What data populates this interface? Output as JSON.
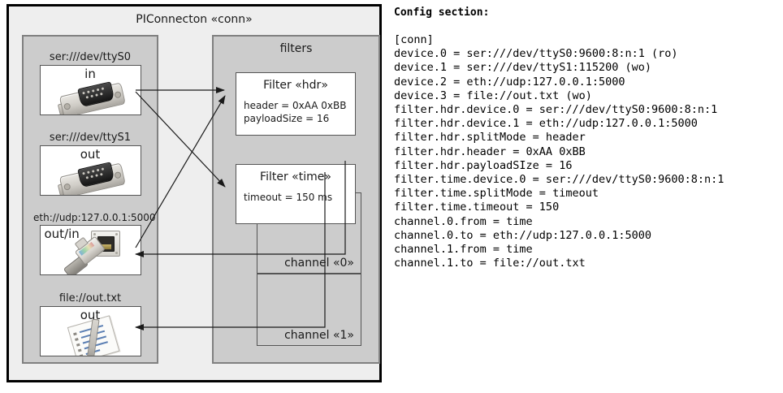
{
  "diagram": {
    "title": "PIConnecton «conn»",
    "devices_group": {
      "devices": [
        {
          "label": "ser:///dev/ttyS0",
          "direction": "in",
          "icon": "serial-port-icon"
        },
        {
          "label": "ser:///dev/ttyS1",
          "direction": "out",
          "icon": "serial-port-icon"
        },
        {
          "label": "eth://udp:127.0.0.1:5000",
          "direction": "out/in",
          "icon": "ethernet-icon"
        },
        {
          "label": "file://out.txt",
          "direction": "out",
          "icon": "file-document-icon"
        }
      ]
    },
    "filters_group": {
      "title": "filters",
      "filters": [
        {
          "title": "Filter «hdr»",
          "attrs": [
            "header = 0xAA 0xBB",
            "payloadSize = 16"
          ]
        },
        {
          "title": "Filter «time»",
          "attrs": [
            "timeout = 150 ms"
          ]
        }
      ],
      "channels": [
        {
          "label": "channel «0»"
        },
        {
          "label": "channel «1»"
        }
      ]
    },
    "colors": {
      "outer_fill": "#eeeeee",
      "group_fill": "#cccccc",
      "box_fill": "#ffffff",
      "outer_border": "#000000",
      "group_border": "#808080",
      "box_border": "#555555",
      "text": "#1a1a1a"
    }
  },
  "config": {
    "heading": "Config section:",
    "lines": [
      "[conn]",
      "device.0 = ser:///dev/ttyS0:9600:8:n:1 (ro)",
      "device.1 = ser:///dev/ttyS1:115200 (wo)",
      "device.2 = eth://udp:127.0.0.1:5000",
      "device.3 = file://out.txt (wo)",
      "filter.hdr.device.0 = ser:///dev/ttyS0:9600:8:n:1",
      "filter.hdr.device.1 = eth://udp:127.0.0.1:5000",
      "filter.hdr.splitMode = header",
      "filter.hdr.header = 0xAA 0xBB",
      "filter.hdr.payloadSIze = 16",
      "filter.time.device.0 = ser:///dev/ttyS0:9600:8:n:1",
      "filter.time.splitMode = timeout",
      "filter.time.timeout = 150",
      "channel.0.from = time",
      "channel.0.to = eth://udp:127.0.0.1:5000",
      "channel.1.from = time",
      "channel.1.to = file://out.txt"
    ]
  }
}
